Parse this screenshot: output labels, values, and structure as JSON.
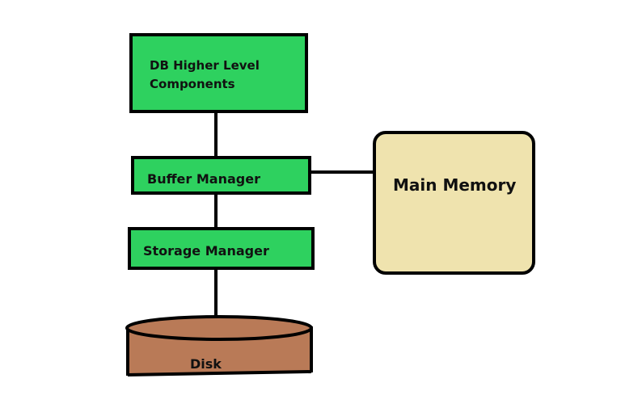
{
  "diagram": {
    "nodes": {
      "higher_level": {
        "line1": "DB Higher Level",
        "line2": "Components"
      },
      "buffer_manager": {
        "label": "Buffer Manager"
      },
      "storage_manager": {
        "label": "Storage Manager"
      },
      "main_memory": {
        "label": "Main Memory"
      },
      "disk": {
        "label": "Disk"
      }
    },
    "edges": [
      {
        "from": "higher_level",
        "to": "buffer_manager"
      },
      {
        "from": "buffer_manager",
        "to": "storage_manager"
      },
      {
        "from": "storage_manager",
        "to": "disk"
      },
      {
        "from": "buffer_manager",
        "to": "main_memory"
      }
    ],
    "colors": {
      "component_fill": "#2ed15f",
      "memory_fill": "#efe3ae",
      "disk_fill": "#b97a57",
      "stroke": "#000000"
    }
  }
}
